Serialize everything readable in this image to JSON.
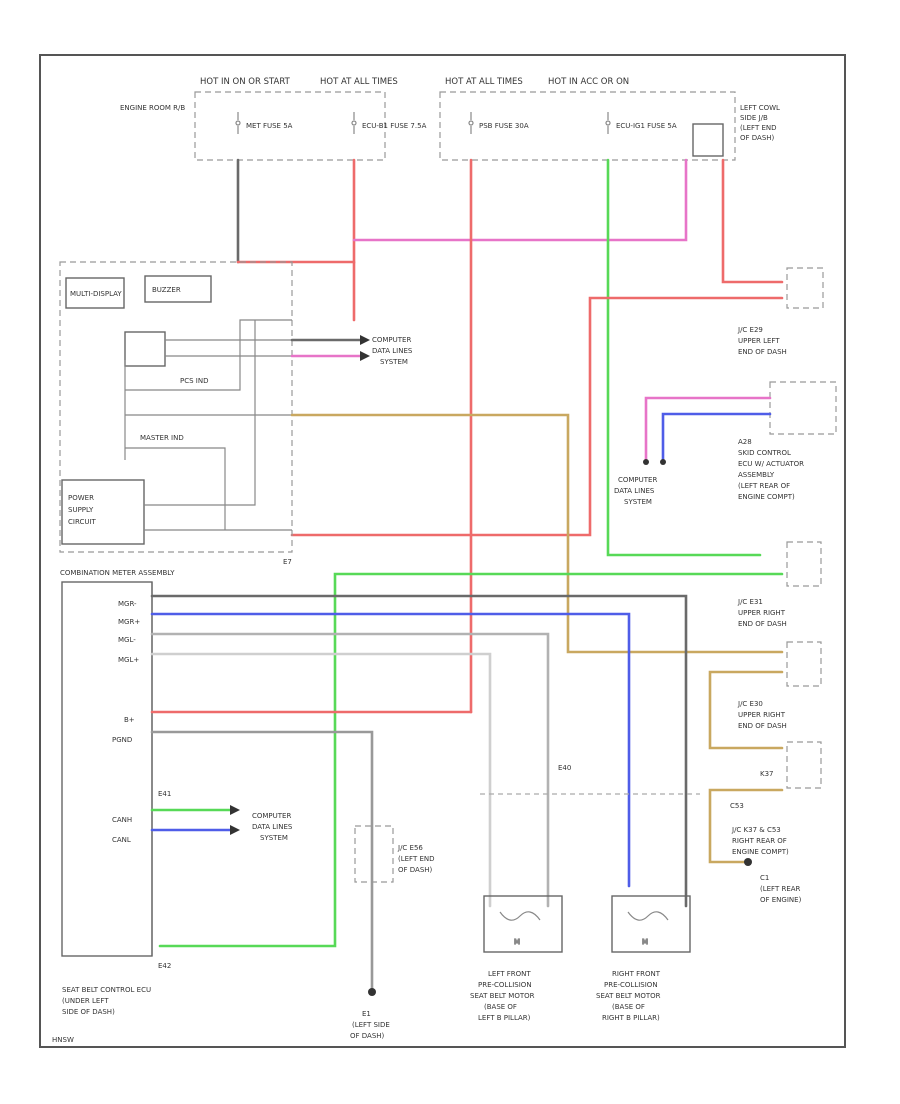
{
  "colors": {
    "red": "#ee6b6b",
    "pink": "#e774c8",
    "green": "#57d957",
    "blue": "#4f5de8",
    "tan": "#c9a860",
    "gray": "#b2b2b2",
    "darkgray": "#6a6a6a",
    "wht": "#cfcfcf"
  },
  "fuses": {
    "hot_in_on_or_start": "HOT IN ON OR START",
    "hot_at_all_times_1": "HOT AT ALL TIMES",
    "hot_at_all_times_2": "HOT AT ALL TIMES",
    "hot_in_acc": "HOT IN ACC OR ON",
    "met_fuse": "MET FUSE 5A",
    "ecu_b1_fuse": "ECU-B1 FUSE 7.5A",
    "pse_fuse": "PSB FUSE 30A",
    "ecu_ig1_fuse": "ECU-IG1 FUSE 5A",
    "engine_room_rb": "ENGINE ROOM R/B",
    "left_cowl_side": "LEFT COWL SIDE J/B (LEFT END OF DASH)"
  },
  "labels": {
    "multi_display": "MULTI-DISPLAY",
    "buzzer": "BUZZER",
    "pcs_ind": "PCS IND",
    "master_ind": "MASTER IND",
    "power_supply": "POWER SUPPLY CIRCUIT",
    "combination_meter": "COMBINATION METER ASSEMBLY",
    "computer_data_lines_1": "COMPUTER DATA LINES SYSTEM",
    "computer_data_lines_2": "COMPUTER DATA LINES SYSTEM",
    "computer_data_lines_3": "COMPUTER DATA LINES SYSTEM",
    "jc_e29": "J/C E29 (UPPER LEFT END OF DASH)",
    "skid_control": "A28 SKID CONTROL ECU W/ ACTUATOR ASSEMBLY (LEFT REAR OF ENGINE COMPT)",
    "jc_e31": "J/C E31 (UPPER RIGHT END OF DASH)",
    "jc_e30": "J/C E30 (UPPER RIGHT END OF DASH)",
    "jc_k37": "J/C K37 & C53 (RIGHT REAR OF ENGINE COMPT)",
    "ground_c1": "C1 (LEFT REAR OF ENGINE)",
    "jc_e56": "J/C E56 (LEFT END OF DASH)",
    "seat_belt_ecu": "SEAT BELT CONTROL ECU (UNDER LEFT SIDE OF DASH)",
    "ground_e1": "E1 (LEFT SIDE OF DASH)",
    "left_motor": "LEFT FRONT PRE-COLLISION SEAT BELT MOTOR (BASE OF LEFT B PILLAR)",
    "right_motor": "RIGHT FRONT PRE-COLLISION SEAT BELT MOTOR (BASE OF RIGHT B PILLAR)",
    "page_ref": "HNSW"
  },
  "pins": {
    "mgr": "MGR-",
    "mgr2": "MGR+",
    "mgl": "MGL-",
    "mgl2": "MGL+",
    "b": "B+",
    "pgnd": "PGND",
    "canh": "CANH",
    "canl": "CANL"
  },
  "connectors": {
    "e7": "E7",
    "e41": "E41",
    "e42": "E42",
    "e40": "E40",
    "k37": "K37",
    "c53": "C53"
  }
}
